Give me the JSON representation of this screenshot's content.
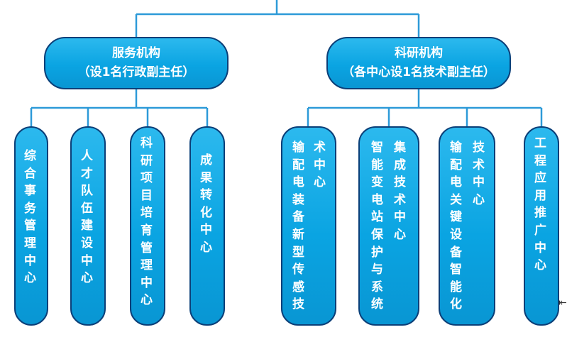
{
  "top_boxes": [
    {
      "title": "服务机构",
      "subtitle": "（设1名行政副主任）"
    },
    {
      "title": "科研机构",
      "subtitle": "（各中心设1名技术副主任）"
    }
  ],
  "centers": [
    {
      "columns": [
        "综合事务管理中心"
      ]
    },
    {
      "columns": [
        "人才队伍建设中心"
      ]
    },
    {
      "columns": [
        "科研项目培育管理中心"
      ]
    },
    {
      "columns": [
        "成果转化中心"
      ]
    },
    {
      "columns": [
        "输配电装备新型传感技",
        "术中心"
      ]
    },
    {
      "columns": [
        "智能变电站保护与系统",
        "集成技术中心"
      ]
    },
    {
      "columns": [
        "输配电关键设备智能化",
        "技术中心"
      ]
    },
    {
      "columns": [
        "工程应用推广中心"
      ]
    }
  ],
  "colors": {
    "line": "#2d9ad8",
    "box_fill": "#0aa4e2",
    "box_border": "#0b3f78"
  },
  "cursor_glyph": "⇤"
}
